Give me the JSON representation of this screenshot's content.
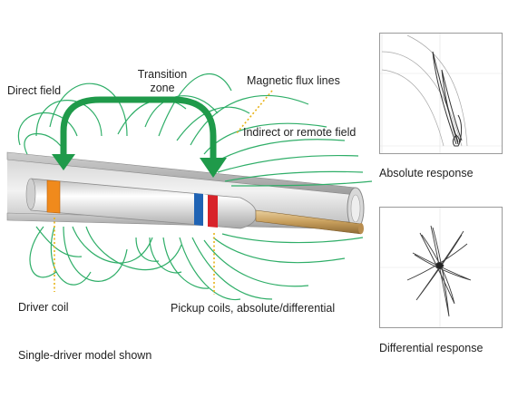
{
  "diagram": {
    "labels": {
      "direct_field": "Direct field",
      "transition_zone_line1": "Transition",
      "transition_zone_line2": "zone",
      "magnetic_flux_lines": "Magnetic flux lines",
      "indirect_remote_field": "Indirect or remote field",
      "driver_coil": "Driver coil",
      "pickup_coils": "Pickup coils, absolute/differential",
      "model_note": "Single-driver model shown"
    },
    "responses": {
      "absolute_label": "Absolute response",
      "differential_label": "Differential response"
    },
    "colors": {
      "flux_line": "#2fae68",
      "arrow": "#1f9a4a",
      "leader": "#e8b317",
      "driver_coil": "#f08a1c",
      "pickup_blue": "#1f63b4",
      "pickup_red": "#d8232a",
      "probe_rod": "#caa268"
    }
  }
}
